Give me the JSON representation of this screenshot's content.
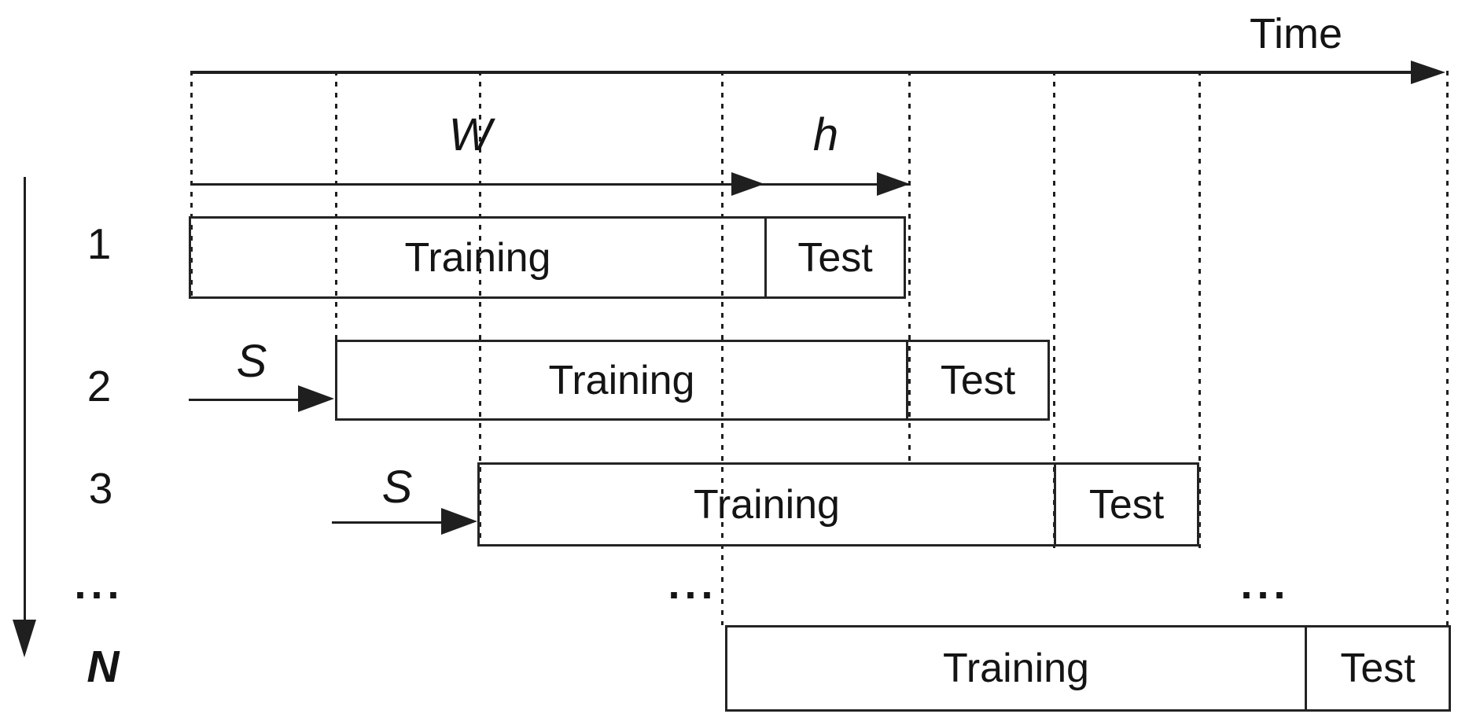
{
  "colors": {
    "ink": "#1f1f1f",
    "background": "#ffffff"
  },
  "axis": {
    "time_label": "Time"
  },
  "params": {
    "window": "W",
    "horizon": "h"
  },
  "rows": [
    {
      "index": "1",
      "training_label": "Training",
      "test_label": "Test"
    },
    {
      "index": "2",
      "training_label": "Training",
      "test_label": "Test",
      "stride_label": "S"
    },
    {
      "index": "3",
      "training_label": "Training",
      "test_label": "Test",
      "stride_label": "S"
    },
    {
      "index": "N",
      "training_label": "Training",
      "test_label": "Test"
    }
  ],
  "ellipses": {
    "row_axis": "...",
    "middle": "...",
    "right": "..."
  },
  "figure": {
    "type": "sliding-window-evaluation-diagram",
    "description_labels": [
      "Time",
      "W",
      "h",
      "S",
      "Training",
      "Test"
    ],
    "row_sequence": [
      "1",
      "2",
      "3",
      "...",
      "N"
    ]
  }
}
